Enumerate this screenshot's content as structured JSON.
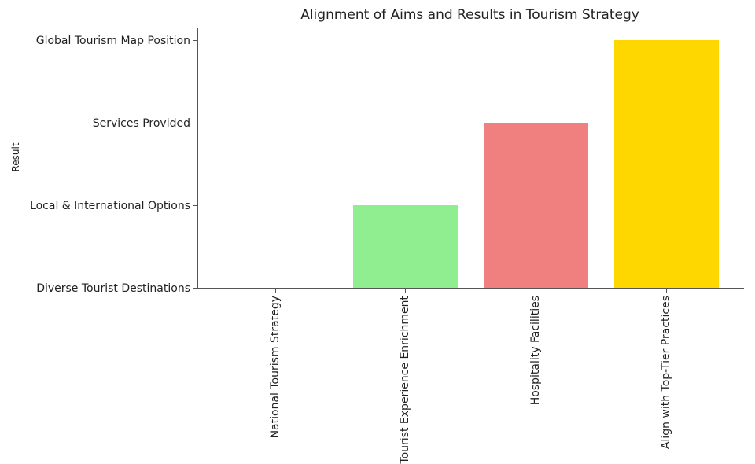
{
  "chart_data": {
    "type": "bar",
    "title": "Alignment of Aims and Results in Tourism Strategy",
    "xlabel": "",
    "ylabel": "Result",
    "categories": [
      "National Tourism Strategy",
      "Tourist Experience Enrichment",
      "Hospitality Facilities",
      "Align with Top-Tier Practices"
    ],
    "y_tick_labels": [
      "Diverse Tourist Destinations",
      "Local & International Options",
      "Services Provided",
      "Global Tourism Map Position"
    ],
    "values": [
      0,
      1,
      2,
      3
    ],
    "value_labels": [
      "Diverse Tourist Destinations",
      "Local & International Options",
      "Services Provided",
      "Global Tourism Map Position"
    ],
    "colors": [
      "#87CEEB",
      "#90EE90",
      "#F08080",
      "#FFD700"
    ],
    "ylim": [
      0,
      3
    ],
    "grid": false,
    "legend": null
  }
}
